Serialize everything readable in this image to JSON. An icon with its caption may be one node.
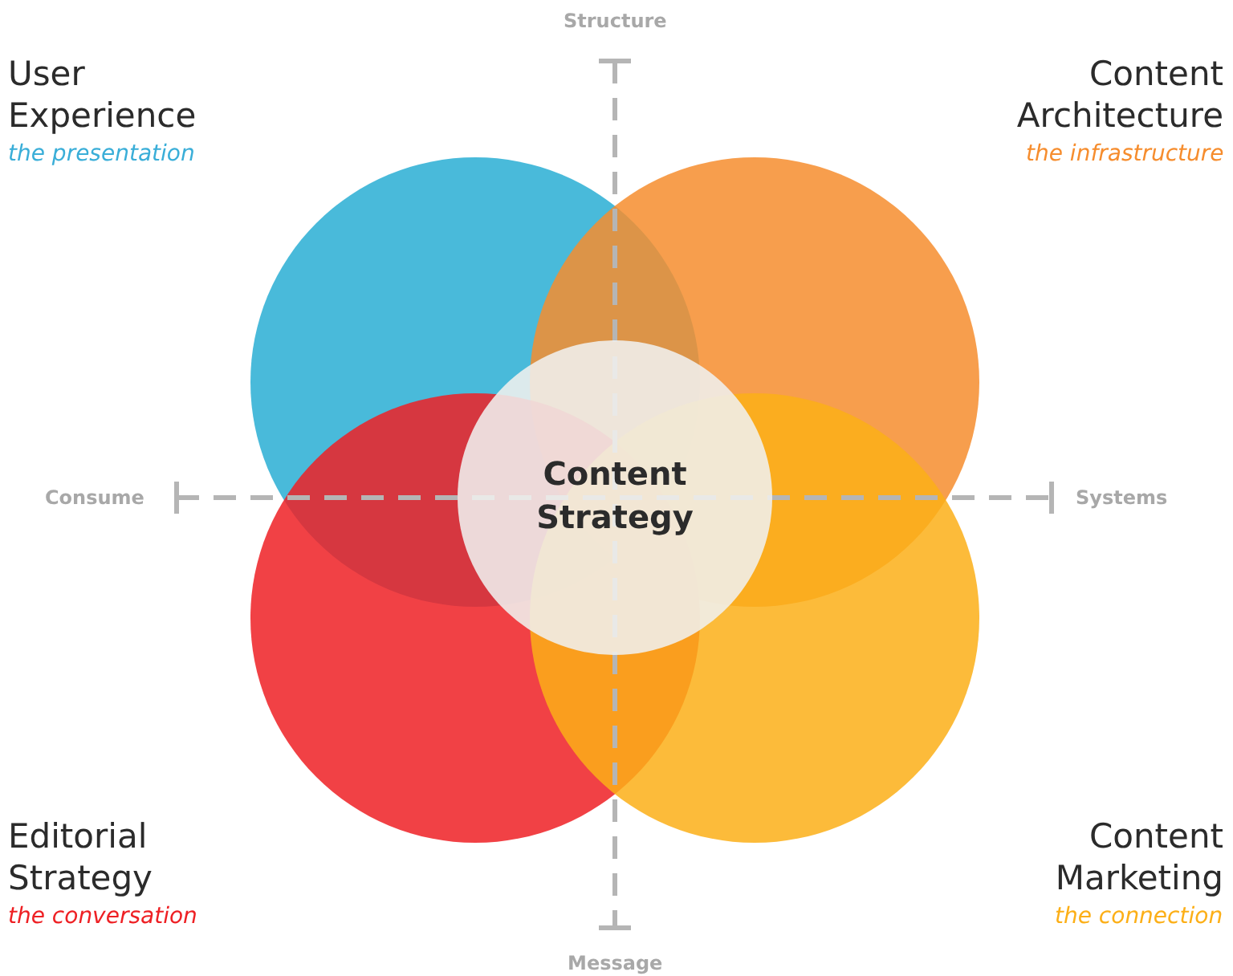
{
  "diagram": {
    "nodes": [
      {
        "text": [
          "User Experience",
          "the presentation"
        ]
      },
      {
        "text": [
          "Content Architecture",
          "the infrastructure"
        ]
      },
      {
        "text": [
          "Editorial Strategy",
          "the conversation"
        ]
      },
      {
        "text": [
          "Content Marketing",
          "the connection"
        ]
      },
      {
        "text": [
          "Content Strategy"
        ]
      }
    ],
    "labels": [
      "Structure",
      "Consume",
      "Systems",
      "Message"
    ]
  }
}
